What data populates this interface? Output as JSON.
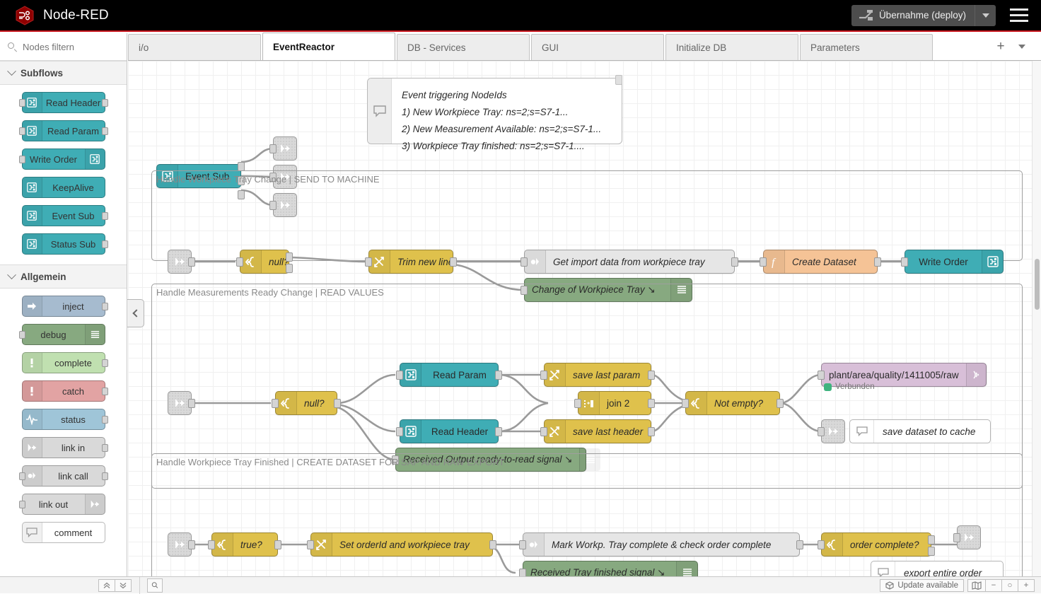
{
  "header": {
    "brand": "Node-RED",
    "deploy_label": "Übernahme (deploy)",
    "menu_icon": "hamburger-icon",
    "deploy_icon": "deploy-icon",
    "caret_icon": "chevron-down-icon"
  },
  "palette": {
    "search_placeholder": "Nodes filtern",
    "search_value": "",
    "search_icon": "search-icon",
    "categories": [
      {
        "name": "Subflows",
        "nodes": [
          {
            "label": "Read Header",
            "color": "teal",
            "icon": "subflow-icon",
            "icon_side": "left",
            "in": true,
            "out": true
          },
          {
            "label": "Read Param",
            "color": "teal",
            "icon": "subflow-icon",
            "icon_side": "left",
            "in": true,
            "out": true
          },
          {
            "label": "Write Order",
            "color": "teal",
            "icon": "subflow-icon",
            "icon_side": "right",
            "in": true,
            "out": false
          },
          {
            "label": "KeepAlive",
            "color": "teal",
            "icon": "subflow-icon",
            "icon_side": "left",
            "in": false,
            "out": false
          },
          {
            "label": "Event Sub",
            "color": "teal",
            "icon": "subflow-icon",
            "icon_side": "left",
            "in": false,
            "out": true
          },
          {
            "label": "Status Sub",
            "color": "teal",
            "icon": "subflow-icon",
            "icon_side": "left",
            "in": false,
            "out": true
          }
        ]
      },
      {
        "name": "Allgemein",
        "nodes": [
          {
            "label": "inject",
            "color": "blue",
            "icon": "arrow-right-icon",
            "icon_side": "left",
            "in": false,
            "out": true
          },
          {
            "label": "debug",
            "color": "dgreen",
            "icon": "debug-lines-icon",
            "icon_side": "right",
            "in": true,
            "out": false
          },
          {
            "label": "complete",
            "color": "lgreen",
            "icon": "exclamation-icon",
            "icon_side": "left",
            "in": false,
            "out": true
          },
          {
            "label": "catch",
            "color": "red",
            "icon": "exclamation-icon",
            "icon_side": "left",
            "in": false,
            "out": true
          },
          {
            "label": "status",
            "color": "lblue",
            "icon": "pulse-icon",
            "icon_side": "left",
            "in": false,
            "out": true
          },
          {
            "label": "link in",
            "color": "grey",
            "icon": "link-icon",
            "icon_side": "left",
            "in": false,
            "out": true
          },
          {
            "label": "link call",
            "color": "grey",
            "icon": "link-call-icon",
            "icon_side": "left",
            "in": true,
            "out": true
          },
          {
            "label": "link out",
            "color": "grey",
            "icon": "link-icon",
            "icon_side": "right",
            "in": true,
            "out": false
          },
          {
            "label": "comment",
            "color": "white",
            "icon": "comment-icon",
            "icon_side": "left",
            "in": false,
            "out": false
          }
        ]
      }
    ]
  },
  "tabs": {
    "items": [
      {
        "label": "i/o",
        "active": false
      },
      {
        "label": "EventReactor",
        "active": true
      },
      {
        "label": "DB - Services",
        "active": false
      },
      {
        "label": "GUI",
        "active": false
      },
      {
        "label": "Initialize DB",
        "active": false
      },
      {
        "label": "Parameters",
        "active": false
      }
    ],
    "add_label": "+",
    "menu_icon": "chevron-down-icon"
  },
  "flow": {
    "event_sub": {
      "label": "Event Sub",
      "icon": "subflow-icon"
    },
    "big_comment": {
      "icon": "comment-icon",
      "lines": [
        "Event triggering NodeIds",
        "1) New Workpiece Tray: ns=2;s=S7-1...",
        "2) New Measurement Available: ns=2;s=S7-1...",
        "3) Workpiece Tray finished: ns=2;s=S7-1...."
      ]
    },
    "groups": [
      {
        "title": "Handle Workpiece Tray Change | SEND TO MACHINE",
        "nodes": [
          {
            "label": "null?",
            "type": "switch"
          },
          {
            "label": "Trim new line",
            "type": "change"
          },
          {
            "label": "Get import data from workpiece tray",
            "type": "link-call"
          },
          {
            "label": "Create Dataset",
            "type": "function"
          },
          {
            "label": "Write Order",
            "type": "subflow"
          },
          {
            "label": "Change of Workpiece Tray",
            "type": "debug"
          }
        ]
      },
      {
        "title": "Handle Measurements Ready Change | READ VALUES",
        "nodes": [
          {
            "label": "null?",
            "type": "switch"
          },
          {
            "label": "Read Param",
            "type": "subflow"
          },
          {
            "label": "Read Header",
            "type": "subflow"
          },
          {
            "label": "save last param",
            "type": "change"
          },
          {
            "label": "save last header",
            "type": "change"
          },
          {
            "label": "join 2",
            "type": "join"
          },
          {
            "label": "Not empty?",
            "type": "switch"
          },
          {
            "label": "plant/area/quality/1411005/raw",
            "type": "mqtt-out",
            "status": "Verbunden"
          },
          {
            "label": "save dataset to cache",
            "type": "comment"
          },
          {
            "label": "Received Output ready-to-read signal",
            "type": "debug"
          }
        ]
      },
      {
        "title": "Handle Workpiece Tray Finished | CREATE DATASET FOR SAP AND RAW EXPORT",
        "nodes": [
          {
            "label": "true?",
            "type": "switch"
          },
          {
            "label": "Set orderId and workpiece tray",
            "type": "change"
          },
          {
            "label": "Mark Workp. Tray complete & check order complete",
            "type": "link-call"
          },
          {
            "label": "order complete?",
            "type": "switch"
          },
          {
            "label": "Received Tray finished signal",
            "type": "debug"
          },
          {
            "label": "export entire order",
            "type": "comment"
          }
        ]
      }
    ],
    "mqtt_status": "Verbunden"
  },
  "footer": {
    "collapse_up_icon": "chevrons-up-icon",
    "collapse_down_icon": "chevrons-down-icon",
    "search_icon": "search-icon",
    "update_label": "Update available",
    "update_icon": "cube-icon",
    "navigator_icon": "map-icon",
    "zoom_out_label": "−",
    "zoom_reset_label": "○",
    "zoom_in_label": "+"
  },
  "colors": {
    "brand_red": "#c7131a",
    "teal": "#3fadb5",
    "yellow": "#dfc14c",
    "green": "#87a980",
    "orange": "#f5c396",
    "purple": "#d8bfd8",
    "grey": "#d9d9d9",
    "status_green": "#3fb37f"
  }
}
